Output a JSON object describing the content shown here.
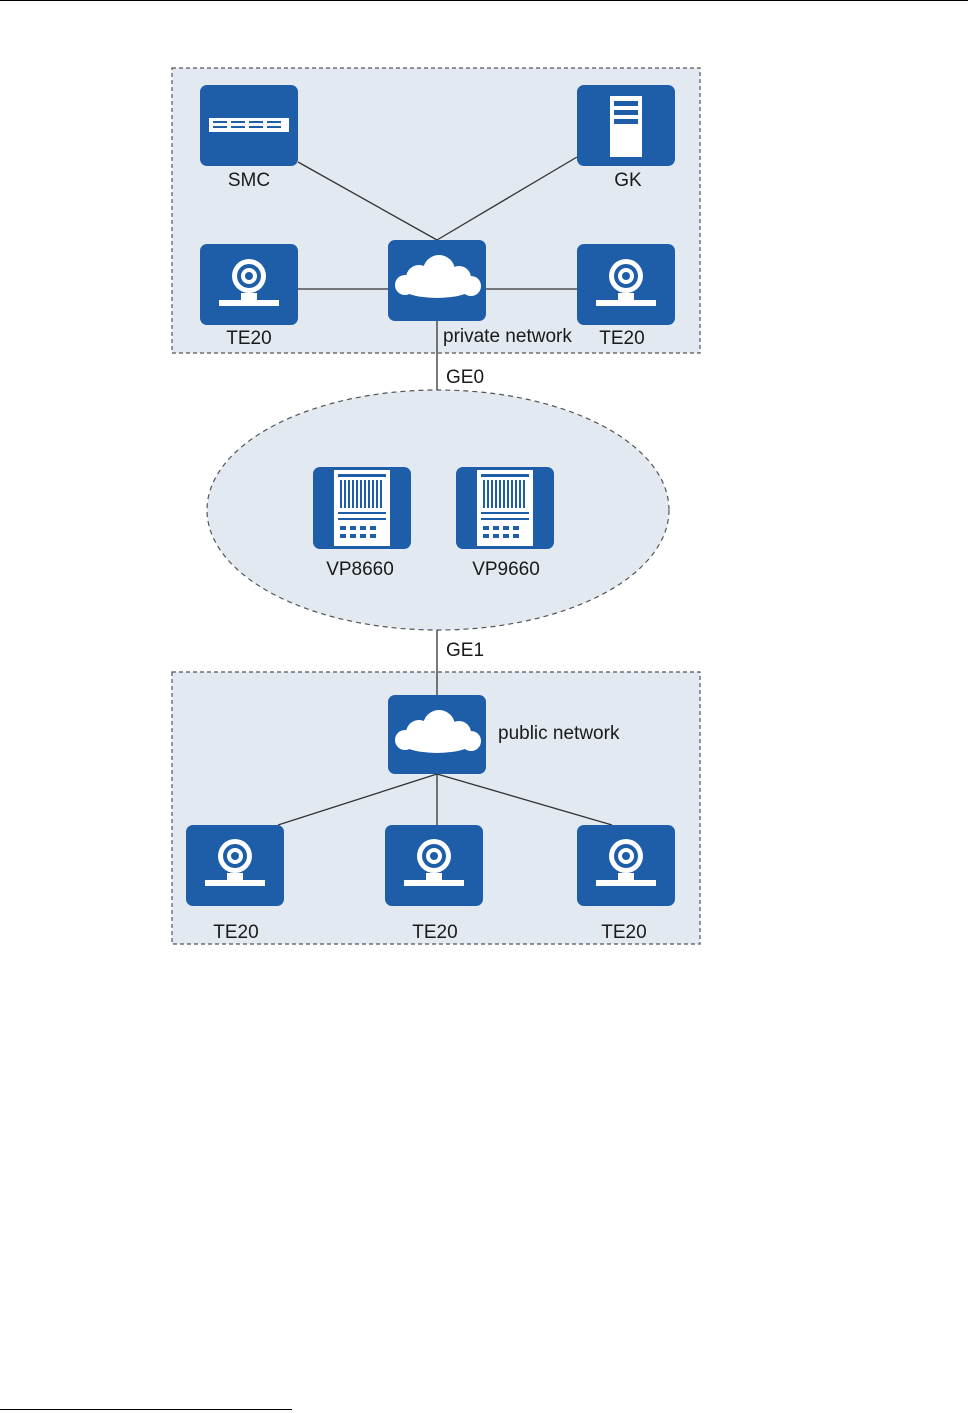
{
  "diagram": {
    "colors": {
      "zone_fill": "#e3e9f1",
      "zone_border": "#555555",
      "device_fill": "#1e5ea9",
      "link": "#333333"
    },
    "private_zone": {
      "smc_label": "SMC",
      "gk_label": "GK",
      "te20_left_label": "TE20",
      "te20_right_label": "TE20",
      "network_label": "private network"
    },
    "core": {
      "uplink_label": "GE0",
      "downlink_label": "GE1",
      "vp8660_label": "VP8660",
      "vp9660_label": "VP9660"
    },
    "public_zone": {
      "network_label": "public network",
      "te20_1_label": "TE20",
      "te20_2_label": "TE20",
      "te20_3_label": "TE20"
    },
    "icons": {
      "smc": "server-rack-icon",
      "gk": "tower-server-icon",
      "cloud": "cloud-icon",
      "terminal": "video-terminal-icon",
      "mcu": "mcu-chassis-icon"
    }
  }
}
